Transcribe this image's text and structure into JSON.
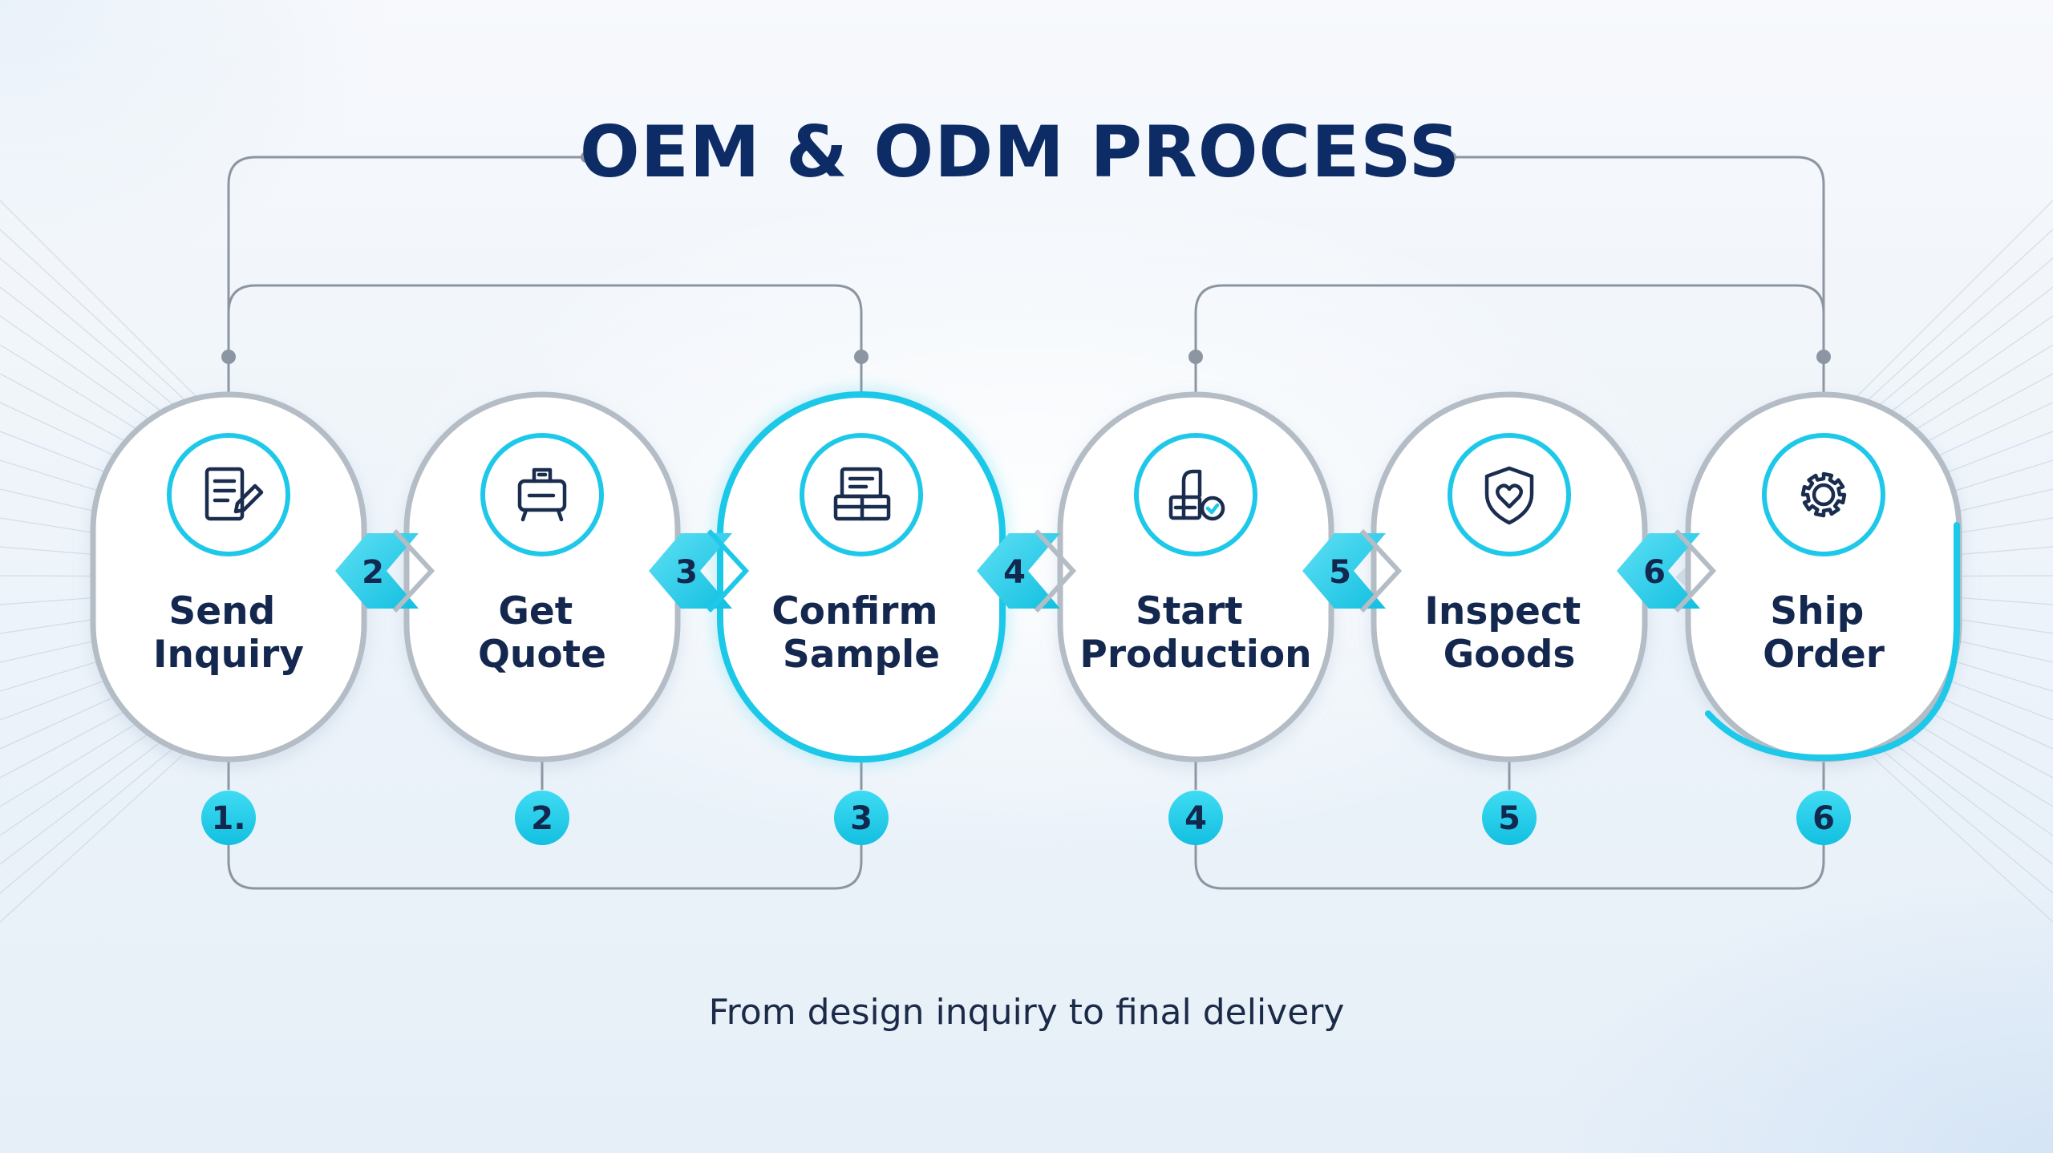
{
  "title": "OEM & ODM PROCESS",
  "subtitle": "From design inquiry to final delivery",
  "colors": {
    "accent": "#1ec8e8",
    "title": "#0d2c66",
    "outline": "#b4bcc6",
    "connector": "#8c96a2"
  },
  "steps": [
    {
      "label_line1": "Send",
      "label_line2": "Inquiry",
      "icon": "document-edit-icon",
      "badge": "1.",
      "highlighted": false
    },
    {
      "label_line1": "Get",
      "label_line2": "Quote",
      "icon": "price-tag-icon",
      "badge": "2",
      "highlighted": false
    },
    {
      "label_line1": "Confirm",
      "label_line2": "Sample",
      "icon": "sample-box-icon",
      "badge": "3",
      "highlighted": true
    },
    {
      "label_line1": "Start",
      "label_line2": "Production",
      "icon": "factory-machine-icon",
      "badge": "4",
      "highlighted": false
    },
    {
      "label_line1": "Inspect",
      "label_line2": "Goods",
      "icon": "shield-check-icon",
      "badge": "5",
      "highlighted": false
    },
    {
      "label_line1": "Ship",
      "label_line2": "Order",
      "icon": "gear-icon",
      "badge": "6",
      "highlighted": true
    }
  ],
  "arrows": [
    "2",
    "3",
    "4",
    "5",
    "6"
  ]
}
